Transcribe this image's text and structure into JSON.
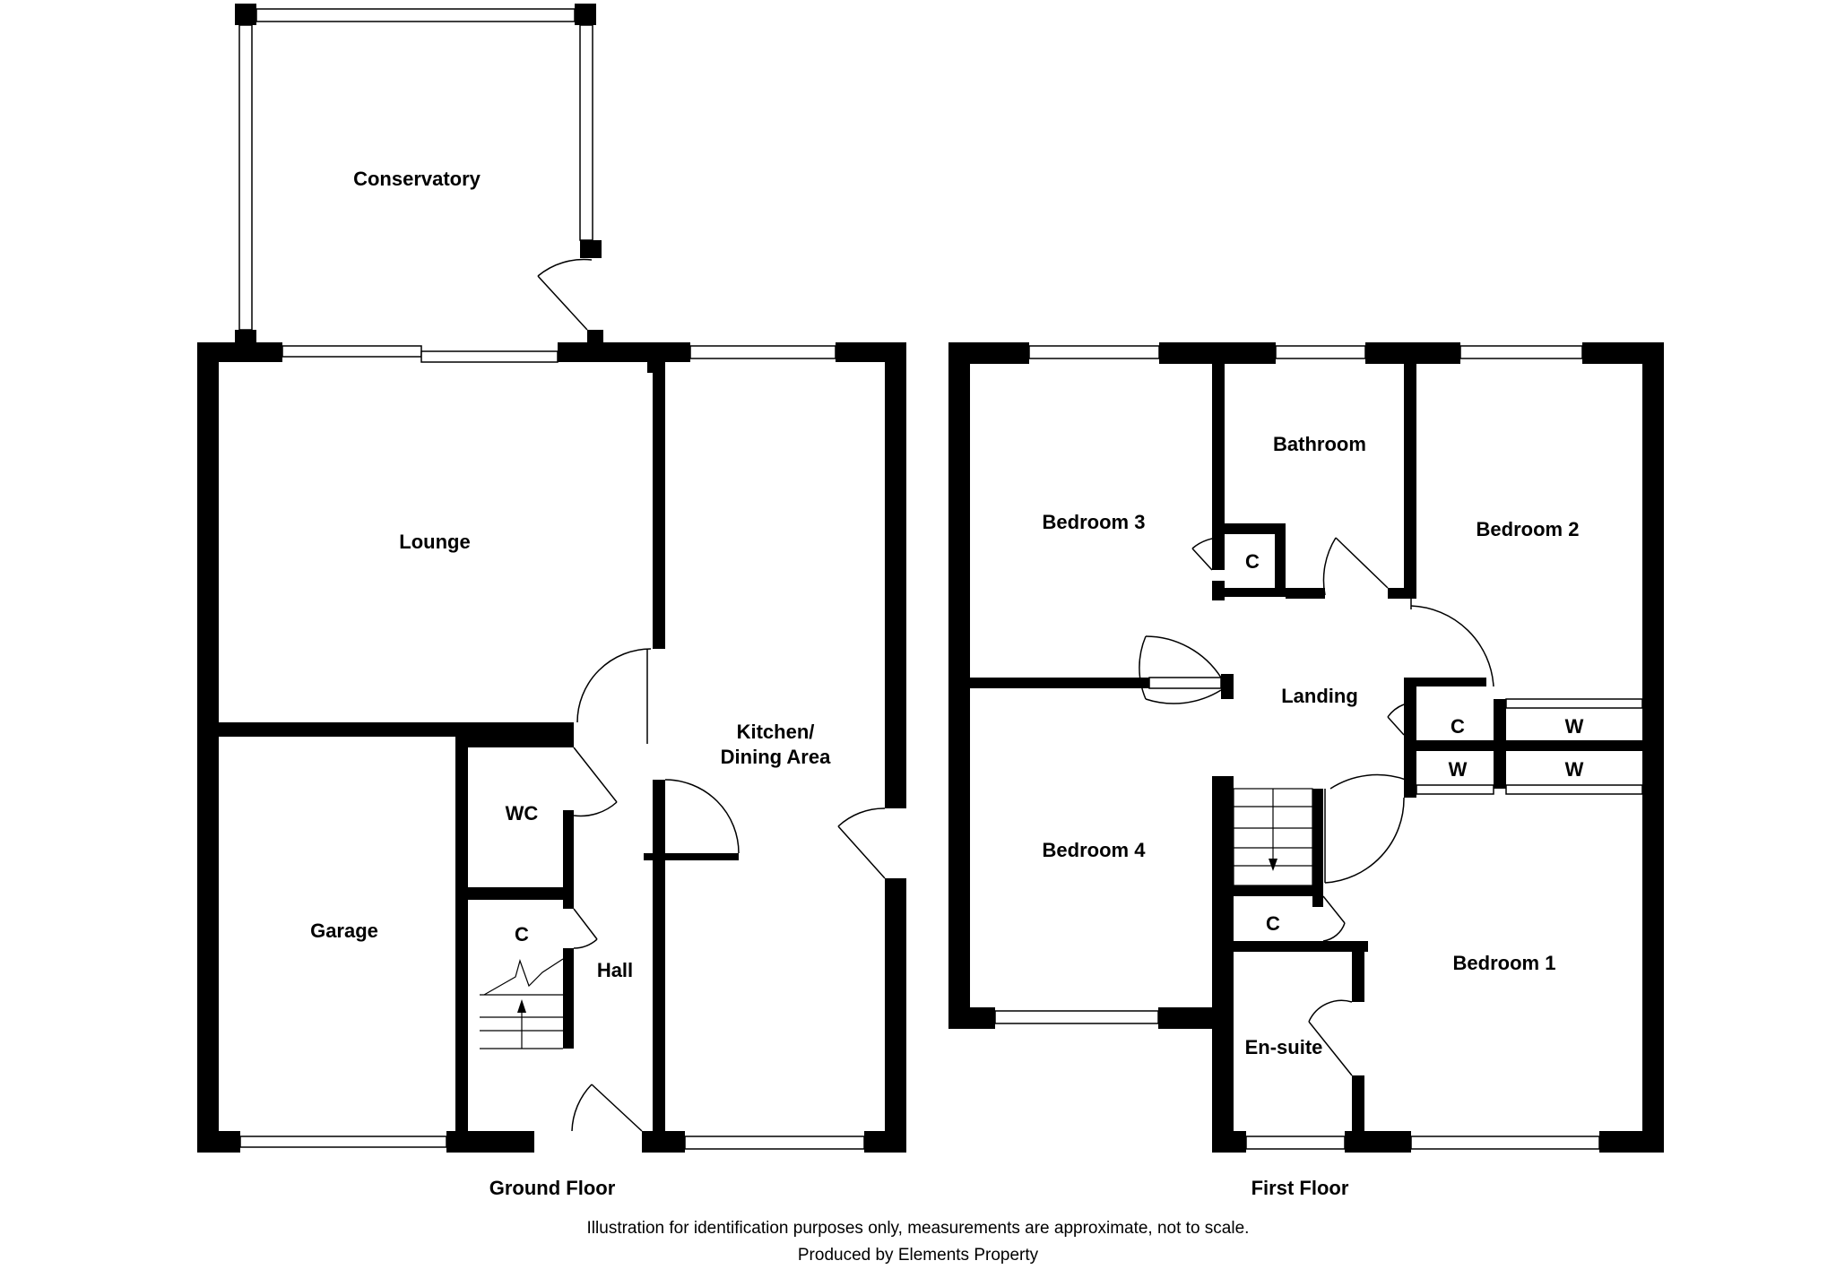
{
  "colors": {
    "wall": "#000000",
    "background": "#ffffff"
  },
  "ground_floor": {
    "title": "Ground Floor",
    "rooms": {
      "conservatory": "Conservatory",
      "lounge": "Lounge",
      "kitchen_line1": "Kitchen/",
      "kitchen_line2": "Dining Area",
      "wc": "WC",
      "cupboard": "C",
      "hall": "Hall",
      "garage": "Garage"
    }
  },
  "first_floor": {
    "title": "First Floor",
    "rooms": {
      "bedroom3": "Bedroom 3",
      "bathroom": "Bathroom",
      "bedroom2": "Bedroom 2",
      "cupboard_bath": "C",
      "landing": "Landing",
      "cupboard_landing": "C",
      "wardrobe_a": "W",
      "wardrobe_b": "W",
      "wardrobe_c": "W",
      "bedroom4": "Bedroom 4",
      "cupboard_stairs": "C",
      "bedroom1": "Bedroom 1",
      "ensuite": "En-suite"
    }
  },
  "footer": {
    "disclaimer": "Illustration for identification purposes only, measurements are approximate, not to scale.",
    "producer": "Produced by Elements Property"
  }
}
